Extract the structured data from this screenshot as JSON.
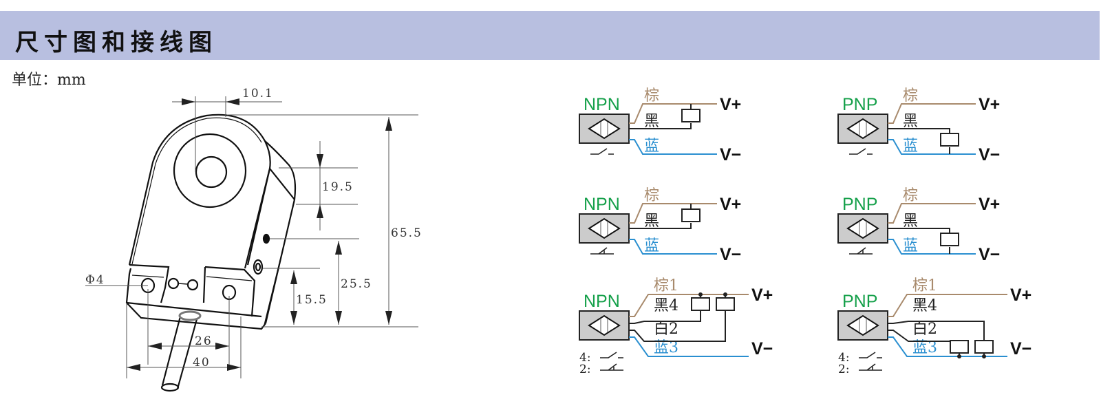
{
  "header": {
    "title": "尺寸图和接线图"
  },
  "unit_label": "单位：mm",
  "colors": {
    "banner": "#b8bfe0",
    "brown_wire": "#a88a6c",
    "blue_wire": "#2a8fd0",
    "black_wire": "#222222",
    "mode_label": "#15a04a",
    "sensor_fill": "#cccccc"
  },
  "dimensions": {
    "hole_offset": "10.1",
    "slot_height": "19.5",
    "total_height": "65.5",
    "hole2_height": "25.5",
    "hole1_height": "15.5",
    "mount_hole_dia": "Φ4",
    "hole_spacing": "26",
    "total_width": "40"
  },
  "wiring": [
    {
      "type": "NPN",
      "variant": "NO",
      "column": "left",
      "wires": {
        "brown": "棕",
        "black": "黑",
        "blue": "蓝"
      },
      "vplus": "V+",
      "vminus": "V−"
    },
    {
      "type": "PNP",
      "variant": "NO",
      "column": "right",
      "wires": {
        "brown": "棕",
        "black": "黑",
        "blue": "蓝"
      },
      "vplus": "V+",
      "vminus": "V−"
    },
    {
      "type": "NPN",
      "variant": "NC",
      "column": "left",
      "wires": {
        "brown": "棕",
        "black": "黑",
        "blue": "蓝"
      },
      "vplus": "V+",
      "vminus": "V−"
    },
    {
      "type": "PNP",
      "variant": "NC",
      "column": "right",
      "wires": {
        "brown": "棕",
        "black": "黑",
        "blue": "蓝"
      },
      "vplus": "V+",
      "vminus": "V−"
    },
    {
      "type": "NPN",
      "variant": "NO+NC",
      "column": "left",
      "wires": {
        "brown": "棕1",
        "black": "黑4",
        "white": "白2",
        "blue": "蓝3"
      },
      "contacts": [
        "4:",
        "2:"
      ],
      "vplus": "V+",
      "vminus": "V−"
    },
    {
      "type": "PNP",
      "variant": "NO+NC",
      "column": "right",
      "wires": {
        "brown": "棕1",
        "black": "黑4",
        "white": "白2",
        "blue": "蓝3"
      },
      "contacts": [
        "4:",
        "2:"
      ],
      "vplus": "V+",
      "vminus": "V−"
    }
  ]
}
